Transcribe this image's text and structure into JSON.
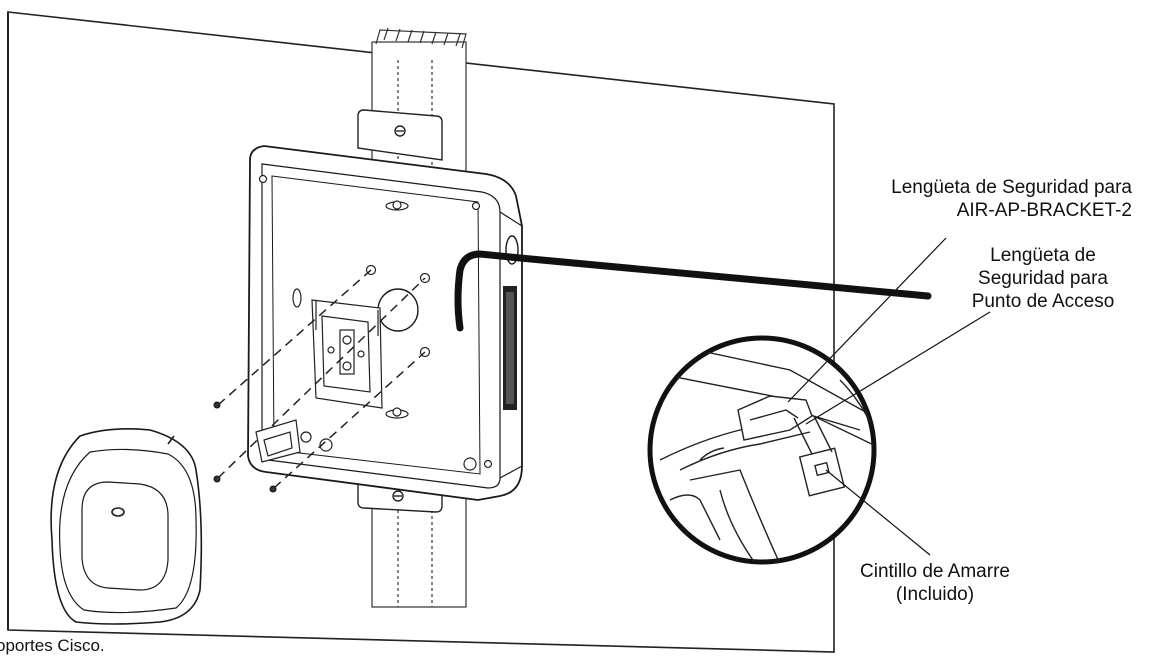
{
  "callouts": {
    "bracket_tab": {
      "line1": "Lengüeta de Seguridad para",
      "line2": "AIR-AP-BRACKET-2"
    },
    "ap_tab": {
      "line1": "Lengüeta de",
      "line2": "Seguridad para",
      "line3": "Punto de Acceso"
    },
    "zip_tie": {
      "line1": "Cintillo de Amarre",
      "line2": "(Incluido)"
    }
  },
  "caption": {
    "text": "oportes Cisco."
  }
}
